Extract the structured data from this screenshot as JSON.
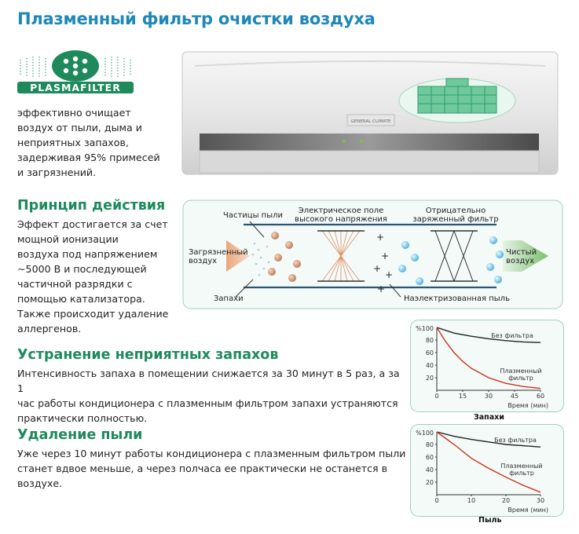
{
  "title": "Плазменный фильтр очистки воздуха",
  "logo": {
    "text": "PLASMAFILTER",
    "colors": {
      "green": "#1e8a5b",
      "light": "#a8d9c1"
    }
  },
  "intro": "эффективно очищает\nвоздух от пыли, дыма и\nнеприятных запахов,\nзадерживая 95% примесей\nи загрязнений.",
  "unit": {
    "brand": "GENERAL CLIMATE"
  },
  "principle": {
    "heading": "Принцип действия",
    "text": "Эффект достигается за счет\nмощной ионизации\nвоздуха под напряжением\n~5000 В и последующей\nчастичной разрядки с\nпомощью катализатора.\nТакже происходит удаление\nаллергенов."
  },
  "diagram": {
    "label_dust": "Частицы пыли",
    "label_field": "Электрическое поле\nвысокого напряжения",
    "label_negative": "Отрицательно\nзаряженный фильтр",
    "label_dirty": "Загрязненный\nвоздух",
    "label_clean": "Чистый\nвоздух",
    "label_odors": "Запахи",
    "label_charged": "Наэлектризованная пыль"
  },
  "odors": {
    "heading": "Устранение неприятных запахов",
    "text": "Интенсивность запаха в помещении снижается за 30 минут в 5 раз, а за 1\nчас работы кондиционера с плазменным фильтром запахи устраняются\nпрактически полностью."
  },
  "dust": {
    "heading": "Удаление пыли",
    "text": "Уже через 10 минут работы кондиционера с плазменным фильтром пыли\nстанет вдвое меньше, а через полчаса ее практически не останется в\nвоздухе."
  },
  "chart_data": [
    {
      "type": "line",
      "title": "Запахи",
      "xlabel": "Время (мин)",
      "ylabel": "%100",
      "x_ticks": [
        "0",
        "15",
        "30",
        "45",
        "60"
      ],
      "y_ticks": [
        "20",
        "40",
        "60",
        "80"
      ],
      "xlim": [
        0,
        60
      ],
      "ylim": [
        0,
        100
      ],
      "series": [
        {
          "name": "Без фильтра",
          "color": "#222222",
          "x": [
            0,
            10,
            20,
            30,
            40,
            50,
            60
          ],
          "y": [
            100,
            91,
            86,
            82,
            79,
            77,
            76
          ]
        },
        {
          "name": "Плазменный\nфильтр",
          "color": "#d0321e",
          "x": [
            0,
            5,
            10,
            15,
            20,
            30,
            40,
            50,
            60
          ],
          "y": [
            100,
            78,
            60,
            46,
            35,
            20,
            11,
            6,
            3
          ]
        }
      ]
    },
    {
      "type": "line",
      "title": "Пыль",
      "xlabel": "Время (мин)",
      "ylabel": "%100",
      "x_ticks": [
        "0",
        "10",
        "20",
        "30"
      ],
      "y_ticks": [
        "20",
        "40",
        "60",
        "80"
      ],
      "xlim": [
        0,
        30
      ],
      "ylim": [
        0,
        100
      ],
      "series": [
        {
          "name": "Без фильтра",
          "color": "#222222",
          "x": [
            0,
            5,
            10,
            15,
            20,
            25,
            30
          ],
          "y": [
            100,
            93,
            88,
            84,
            80,
            78,
            76
          ]
        },
        {
          "name": "Плазменный\nфильтр",
          "color": "#d0321e",
          "x": [
            0,
            5,
            10,
            15,
            20,
            25,
            30
          ],
          "y": [
            100,
            80,
            58,
            42,
            28,
            15,
            4
          ]
        }
      ]
    }
  ]
}
